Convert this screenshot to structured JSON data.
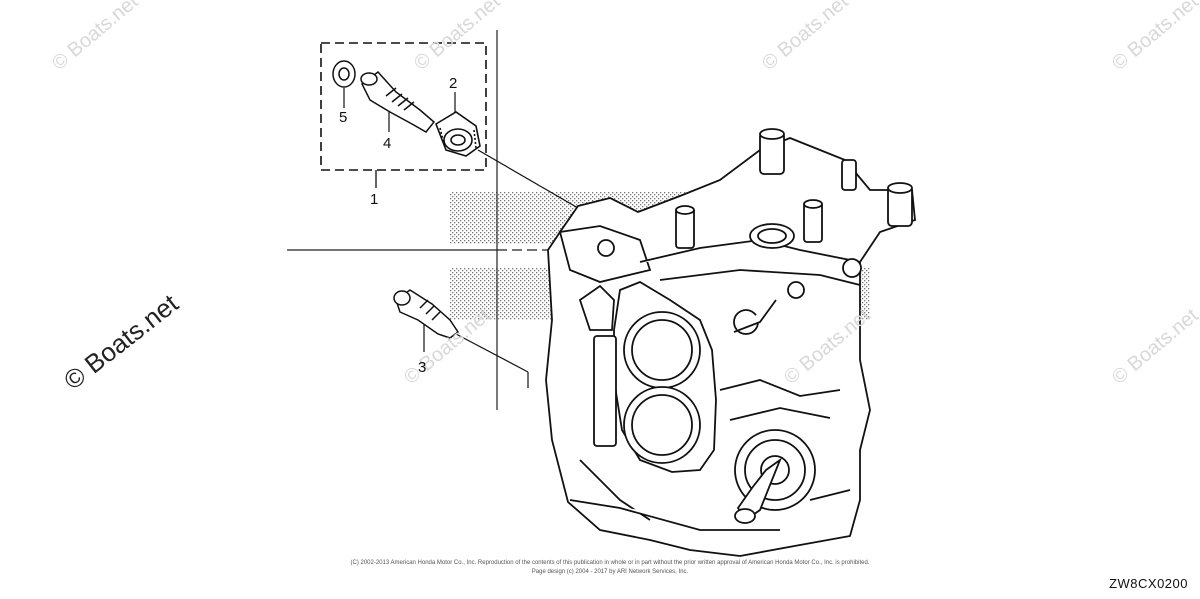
{
  "watermark": {
    "text": "© Boats.net"
  },
  "callouts": {
    "c1": "1",
    "c2": "2",
    "c3": "3",
    "c4": "4",
    "c5": "5"
  },
  "footer": {
    "copyright_line1": "(C) 2002-2013 American Honda Motor Co., Inc. Reproduction of the contents of this publication in whole or in part without the prior written approval of American Honda Motor Co., Inc. is prohibited.",
    "copyright_line2": "Page design (c) 2004 - 2017 by ARI Network Services, Inc."
  },
  "drawing_code": "ZW8CX0200"
}
